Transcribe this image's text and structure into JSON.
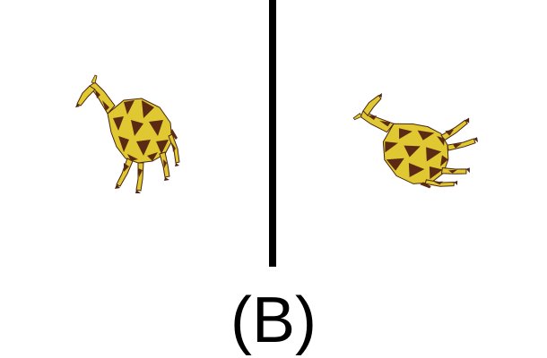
{
  "caption": "(B)",
  "figures": [
    {
      "name": "giraffe-original",
      "icon": "giraffe-icon"
    },
    {
      "name": "giraffe-rotated",
      "icon": "giraffe-icon"
    }
  ],
  "colors": {
    "body_yellow": "#e0c832",
    "patch_brown": "#5a2a14",
    "outline": "#4a2410",
    "divider": "#000000"
  }
}
